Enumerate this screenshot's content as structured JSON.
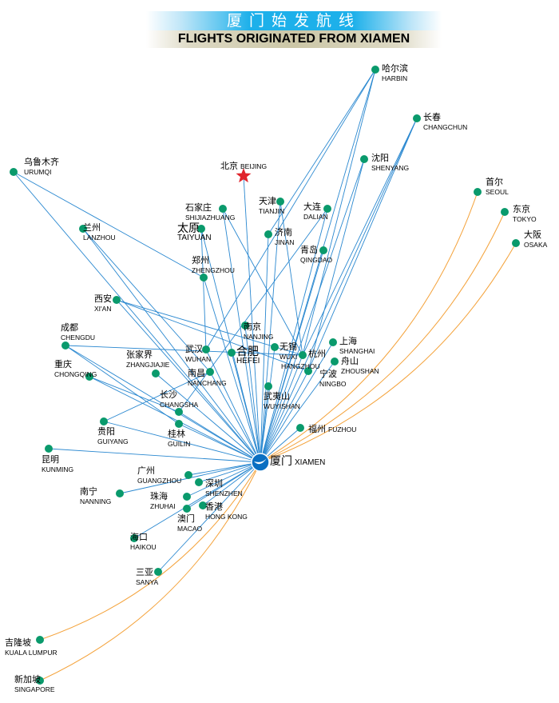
{
  "title_cn": "厦门始发航线",
  "title_en": "FLIGHTS ORIGINATED FROM XIAMEN",
  "hub": {
    "cn": "厦门",
    "en": "XIAMEN"
  },
  "colors": {
    "domestic": "#2a88d0",
    "international": "#f4a23a",
    "dot": "#0a9a6c",
    "star": "#e0242c"
  },
  "cities": {
    "harbin": {
      "cn": "哈尔滨",
      "en": "HARBIN"
    },
    "changchun": {
      "cn": "长春",
      "en": "CHANGCHUN"
    },
    "shenyang": {
      "cn": "沈阳",
      "en": "SHENYANG"
    },
    "seoul": {
      "cn": "首尔",
      "en": "SEOUL",
      "intl": true
    },
    "tokyo": {
      "cn": "东京",
      "en": "TOKYO",
      "intl": true
    },
    "osaka": {
      "cn": "大阪",
      "en": "OSAKA",
      "intl": true
    },
    "urumqi": {
      "cn": "乌鲁木齐",
      "en": "URUMQI"
    },
    "beijing": {
      "cn": "北京",
      "en": "BEIJING"
    },
    "tianjin": {
      "cn": "天津",
      "en": "TIANJIN"
    },
    "dalian": {
      "cn": "大连",
      "en": "DALIAN"
    },
    "shijiazhuang": {
      "cn": "石家庄",
      "en": "SHIJIAZHUANG"
    },
    "taiyuan": {
      "cn": "太原",
      "en": "TAIYUAN"
    },
    "jinan": {
      "cn": "济南",
      "en": "JINAN"
    },
    "lanzhou": {
      "cn": "兰州",
      "en": "LANZHOU"
    },
    "qingdao": {
      "cn": "青岛",
      "en": "QINGDAO"
    },
    "zhengzhou": {
      "cn": "郑州",
      "en": "ZHENGZHOU"
    },
    "xian": {
      "cn": "西安",
      "en": "XI'AN"
    },
    "nanjing": {
      "cn": "南京",
      "en": "NANJING"
    },
    "chengdu": {
      "cn": "成都",
      "en": "CHENGDU"
    },
    "zhangjiajie": {
      "cn": "张家界",
      "en": "ZHANGJIAJIE"
    },
    "wuhan": {
      "cn": "武汉",
      "en": "WUHAN"
    },
    "hefei": {
      "cn": "合肥",
      "en": "HEFEI"
    },
    "wuxi": {
      "cn": "无锡",
      "en": "WUXI"
    },
    "hangzhou": {
      "cn": "杭州",
      "en": "HANGZHOU"
    },
    "shanghai": {
      "cn": "上海",
      "en": "SHANGHAI"
    },
    "zhoushan": {
      "cn": "舟山",
      "en": "ZHOUSHAN"
    },
    "ningbo": {
      "cn": "宁波",
      "en": "NINGBO"
    },
    "nanchang": {
      "cn": "南昌",
      "en": "NANCHANG"
    },
    "chongqing": {
      "cn": "重庆",
      "en": "CHONGQING"
    },
    "wuyishan": {
      "cn": "武夷山",
      "en": "WUYISHAN"
    },
    "changsha": {
      "cn": "长沙",
      "en": "CHANGSHA"
    },
    "guiyang": {
      "cn": "贵阳",
      "en": "GUIYANG"
    },
    "guilin": {
      "cn": "桂林",
      "en": "GUILIN"
    },
    "fuzhou": {
      "cn": "福州",
      "en": "FUZHOU"
    },
    "kunming": {
      "cn": "昆明",
      "en": "KUNMING"
    },
    "guangzhou": {
      "cn": "广州",
      "en": "GUANGZHOU"
    },
    "shenzhen": {
      "cn": "深圳",
      "en": "SHENZHEN"
    },
    "nanning": {
      "cn": "南宁",
      "en": "NANNING"
    },
    "zhuhai": {
      "cn": "珠海",
      "en": "ZHUHAI"
    },
    "hongkong": {
      "cn": "香港",
      "en": "HONG KONG"
    },
    "macao": {
      "cn": "澳门",
      "en": "MACAO"
    },
    "haikou": {
      "cn": "海口",
      "en": "HAIKOU"
    },
    "sanya": {
      "cn": "三亚",
      "en": "SANYA"
    },
    "kualalumpur": {
      "cn": "吉隆坡",
      "en": "KUALA LUMPUR",
      "intl": true
    },
    "singapore": {
      "cn": "新加坡",
      "en": "SINGAPORE",
      "intl": true
    }
  },
  "extra_routes": [
    [
      "harbin",
      "jinan"
    ],
    [
      "harbin",
      "hangzhou"
    ],
    [
      "harbin",
      "wuhan"
    ],
    [
      "changchun",
      "hangzhou"
    ],
    [
      "changchun",
      "ningbo"
    ],
    [
      "shenyang",
      "ningbo"
    ],
    [
      "urumqi",
      "zhengzhou"
    ],
    [
      "lanzhou",
      "nanchang"
    ],
    [
      "xian",
      "hangzhou"
    ],
    [
      "xian",
      "ningbo"
    ],
    [
      "chengdu",
      "hangzhou"
    ],
    [
      "chengdu",
      "guilin"
    ],
    [
      "shijiazhuang",
      "hangzhou"
    ],
    [
      "taiyuan",
      "wuhan"
    ],
    [
      "dalian",
      "changsha"
    ],
    [
      "tianjin",
      "hangzhou"
    ],
    [
      "chongqing",
      "changsha"
    ],
    [
      "guiyang",
      "nanchang"
    ]
  ]
}
